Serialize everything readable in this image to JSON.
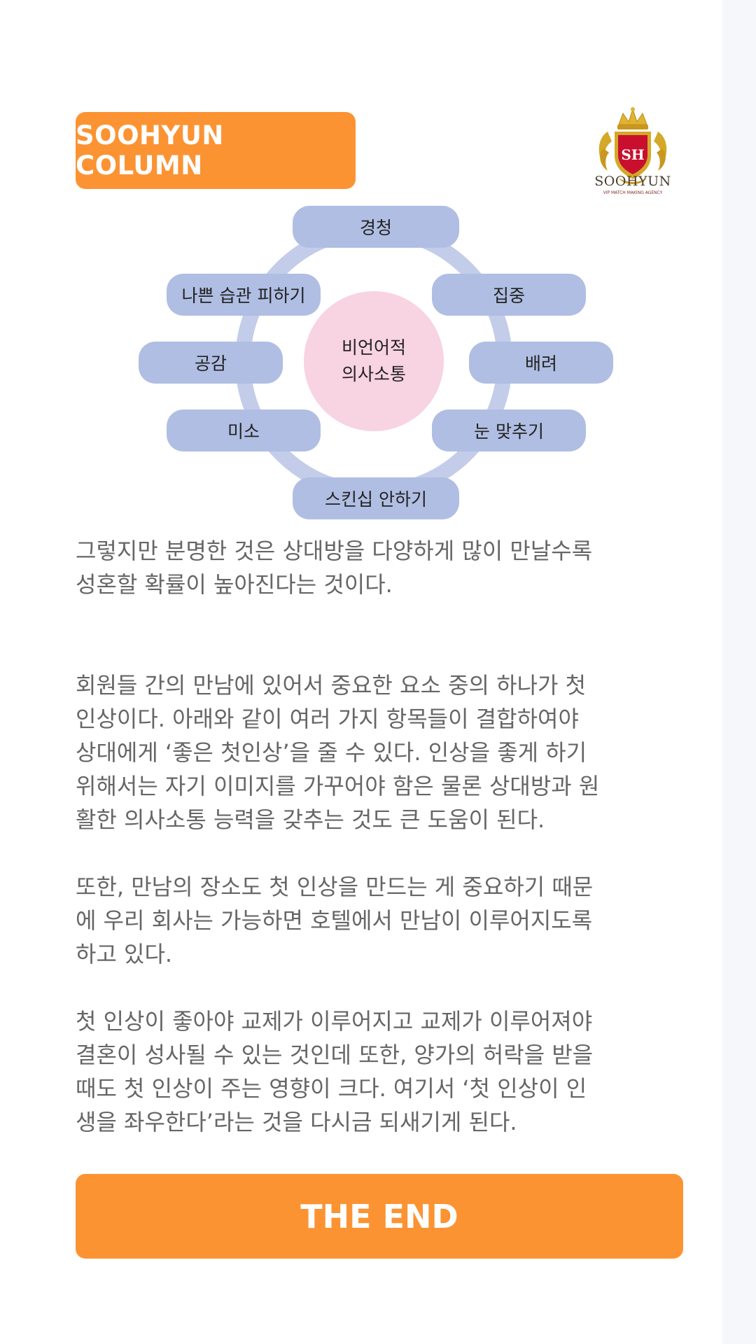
{
  "header": {
    "badge_label": "SOOHYUN COLUMN",
    "logo_name": "SOOHYUN",
    "logo_tagline": "VIP MATCH MAKING AGENCY",
    "logo_monogram": "SH"
  },
  "diagram": {
    "center_line1": "비언어적",
    "center_line2": "의사소통",
    "nodes": [
      "경청",
      "집중",
      "배려",
      "눈 맞추기",
      "스킨십 안하기",
      "미소",
      "공감",
      "나쁜 습관 피하기"
    ]
  },
  "article": {
    "paragraphs": [
      " 그렇지만 분명한 것은 상대방을 다양하게 많이 만날수록\n성혼할 확률이 높아진다는 것이다.",
      " 회원들 간의 만남에 있어서 중요한 요소 중의 하나가 첫\n인상이다. 아래와 같이 여러 가지 항목들이 결합하여야\n상대에게 ‘좋은 첫인상’을 줄 수 있다. 인상을 좋게 하기\n위해서는 자기 이미지를 가꾸어야 함은 물론 상대방과 원\n활한 의사소통 능력을 갖추는 것도 큰 도움이 된다.",
      " 또한, 만남의 장소도 첫 인상을 만드는 게 중요하기 때문\n에 우리 회사는 가능하면 호텔에서 만남이 이루어지도록\n하고 있다.",
      " 첫 인상이 좋아야 교제가 이루어지고 교제가 이루어져야\n결혼이 성사될 수 있는 것인데 또한, 양가의 허락을 받을\n때도 첫 인상이 주는 영향이 크다. 여기서 ‘첫 인상이 인\n생을 좌우한다’라는 것을 다시금 되새기게 된다."
    ]
  },
  "footer": {
    "end_label": "THE END"
  },
  "colors": {
    "accent": "#fc9333",
    "node": "#b0bee3",
    "ring": "#c3cdea",
    "center": "#f8d3e2",
    "body_text": "#666666"
  }
}
